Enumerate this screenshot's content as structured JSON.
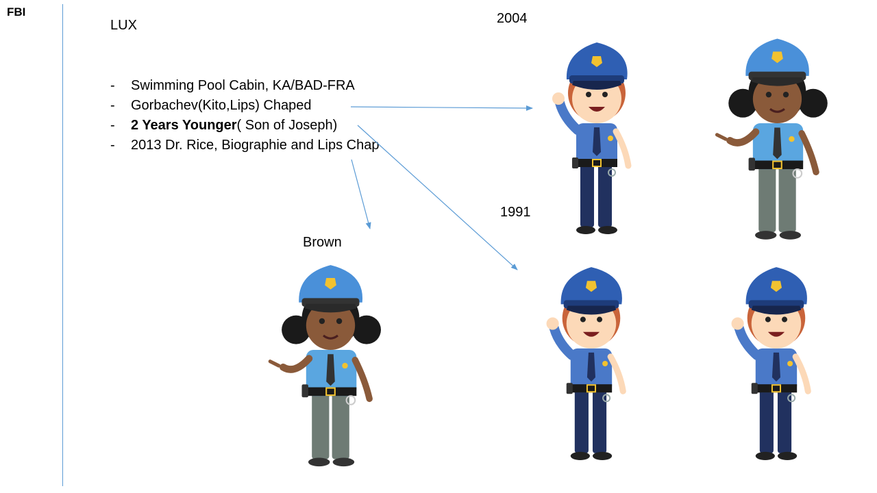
{
  "side_label": "FBI",
  "title": "LUX",
  "bullets": [
    {
      "dash": "-",
      "text": "Swimming Pool Cabin, KA/BAD-FRA"
    },
    {
      "dash": "-",
      "text": "Gorbachev(Kito,Lips) Chaped"
    },
    {
      "dash": "-",
      "bold": "2 Years Younger",
      "text": " ( Son of Joseph)"
    },
    {
      "dash": "-",
      "text": "2013 Dr. Rice, Biographie and Lips Chap"
    }
  ],
  "labels": {
    "year_top": "2004",
    "year_bottom": "1991",
    "name": "Brown"
  },
  "colors": {
    "accent_line": "#5b9bd5",
    "hat": "#2f5fb3",
    "shirt_boy": "#4a79c8",
    "shirt_girl": "#5aa6e0",
    "pants_boy": "#21315f",
    "pants_girl": "#6e7b74",
    "badge": "#f2c230"
  },
  "figures": [
    {
      "id": "officer-boy-2004",
      "icon": "police-officer-boy-icon"
    },
    {
      "id": "officer-girl-2004",
      "icon": "police-officer-girl-icon"
    },
    {
      "id": "officer-girl-brown",
      "icon": "police-officer-girl-icon"
    },
    {
      "id": "officer-boy-1991-a",
      "icon": "police-officer-boy-icon"
    },
    {
      "id": "officer-boy-1991-b",
      "icon": "police-officer-boy-icon"
    }
  ]
}
